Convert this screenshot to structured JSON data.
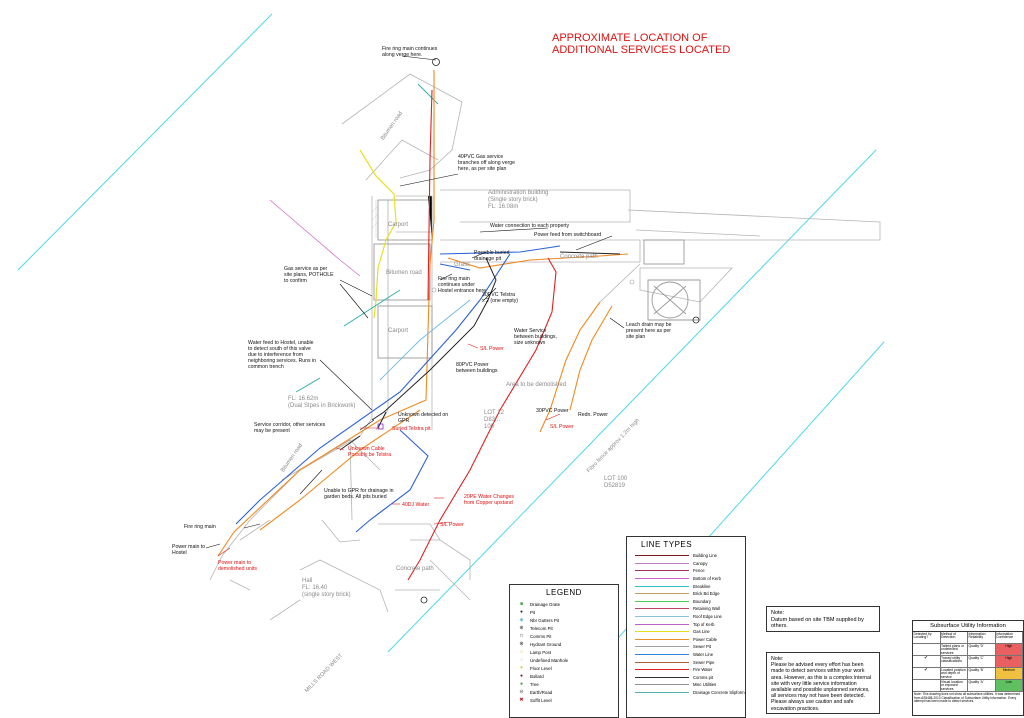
{
  "title": {
    "line1": "APPROXIMATE LOCATION OF",
    "line2": "ADDITIONAL SERVICES LOCATED"
  },
  "annotations": {
    "fire_ring_main_verge": "Fire ring main continues\nalong verge here.",
    "gas_service_branches": "40PVC Gas service\nbranches off along verge\nhere, as per site plan",
    "water_connection": "Water connection to each property",
    "power_feed_switchboard": "Power feed from switchboard",
    "possible_buried_drainage": "Possible buried\ndrainage pit",
    "gas_service_pothole": "Gas service as per\nsite plans, POTHOLE\nto confirm",
    "fire_ring_main_under": "Fire ring main\ncontinues under\nHostel entrance here",
    "telstra_30pvc": "30PVC Telstra\nx 2 (one empty)",
    "water_service_between": "Water Service\nbetween buildings,\nsize unknown",
    "sl_power_1": "S/L Power",
    "power_80pvc": "80PVC Power\nbetween buildings",
    "leach_drain": "Leach drain may be\npresent here as per\nsite plan",
    "water_feed_hostel": "Water feed to Hostel, unable\nto detect south of this valve\ndue to interference from\nneighboring services. Runs in\ncommon trench",
    "unknown_gpr": "Unknown detected on\nGPR",
    "sl_power_2": "S/L Power",
    "power_30pvc": "30PVC Power",
    "redundant_power": "Redn. Power",
    "service_corridor": "Service corridor, other services\nmay be present",
    "suried_telstra_pit": "Suried Telstra pit",
    "unknown_cable": "Unknown Cable\nPossibly be Telstra",
    "unable_gpr": "Unable to GPR for drainage in\ngarden beds. All pits buried",
    "pe_water_20": "20PE Water Changes\nfrom Copper upstand",
    "dj_water_40": "40DJ Water",
    "sl_power_3": "S/L Power",
    "fire_ring_main": "Fire ring main",
    "power_main_hostel": "Power main to\nHostel",
    "power_main_demolished": "Power main to\ndemolished units",
    "admin_building": "Administration building\n(Single story brick)\nFL: 16.08m",
    "hostel_building": "FL: 16.62m\n(Dual Stpes in Brickwork)",
    "hall_building": "Hall\nFL: 16.40\n(single story brick)",
    "lot_12": "LOT 12\nD83...\n100",
    "lot_100": "LOT 100\nD52819",
    "area_demolished": "Area to be demolished",
    "carport_1": "Carport",
    "carport_2": "Carport",
    "bitumen_road_1": "Bitumen road",
    "bitumen_road_2": "Bitumen road",
    "bitumen_road_3": "Bitumen road",
    "concrete_path_1": "Concrete path",
    "concrete_path_2": "Concrete path",
    "grass": "Grass",
    "fibro_fence": "Fibro fence approx 1.2m high",
    "mills_road_west": "MILLS ROAD WEST"
  },
  "legend": {
    "title": "LEGEND",
    "items": [
      {
        "label": "Drainage Grate",
        "symbol": "■",
        "color": "#3a9a3a"
      },
      {
        "label": "Pit",
        "symbol": "●",
        "color": "#333333"
      },
      {
        "label": "Nbr Gutters Pit",
        "symbol": "◆",
        "color": "#7ab8e0"
      },
      {
        "label": "Telecom Pit",
        "symbol": "⊕",
        "color": "#333333"
      },
      {
        "label": "Comms Pit",
        "symbol": "□",
        "color": "#333333"
      },
      {
        "label": "Hydrant Ground",
        "symbol": "⊗",
        "color": "#333333"
      },
      {
        "label": "Lamp Post",
        "symbol": "○",
        "color": "#e0a020"
      },
      {
        "label": "Undefined Manhole",
        "symbol": "○",
        "color": "#d0a0d0"
      },
      {
        "label": "Floor Level",
        "symbol": "✦",
        "color": "#e0c000"
      },
      {
        "label": "Bollard",
        "symbol": "●",
        "color": "#7a1a50"
      },
      {
        "label": "Tree",
        "symbol": "●",
        "color": "#3aa03a"
      },
      {
        "label": "Earth/Road",
        "symbol": "⊖",
        "color": "#555555"
      },
      {
        "label": "Soffit Level",
        "symbol": "✖",
        "color": "#c02020"
      }
    ]
  },
  "line_types": {
    "title": "LINE TYPES",
    "items": [
      {
        "label": "Building Line",
        "color": "#7a1a20"
      },
      {
        "label": "Canopy",
        "color": "#c080c0"
      },
      {
        "label": "Fence",
        "color": "#a03060"
      },
      {
        "label": "Bottom of Kerb",
        "color": "#d060d0"
      },
      {
        "label": "Breakline",
        "color": "#30c0c0"
      },
      {
        "label": "Brick Bd Edge",
        "color": "#c0a060"
      },
      {
        "label": "Boundary",
        "color": "#50d050"
      },
      {
        "label": "Retaining Wall",
        "color": "#c04060"
      },
      {
        "label": "Roof Edge Line",
        "color": "#90c0e0"
      },
      {
        "label": "Top of Kerb",
        "color": "#c060c0"
      },
      {
        "label": "Gas Line",
        "color": "#e0e020"
      },
      {
        "label": "Power Cable",
        "color": "#f09020"
      },
      {
        "label": "Sewer Pit",
        "color": "#a0a0a0"
      },
      {
        "label": "Water Line",
        "color": "#3080e0"
      },
      {
        "label": "Sewer Pipe",
        "color": "#b06030"
      },
      {
        "label": "Fire Water",
        "color": "#e02020"
      },
      {
        "label": "Comms pit",
        "color": "#303030"
      },
      {
        "label": "Misc Utilities",
        "color": "#909090"
      },
      {
        "label": "Drainage Concrete Slipform",
        "color": "#50b0b0"
      }
    ]
  },
  "note1": {
    "heading": "Note:",
    "text": "Datum based on site TBM supplied by others."
  },
  "note2": {
    "heading": "Note:",
    "text": "Please be advised every effort has been made to detect services within your work area. However, as this is a complex internal site with very little service information available and possible unplanned services, all services may not have been detected. Please always use caution and safe excavation practices."
  },
  "subsurface": {
    "title": "Subsurface Utility Information",
    "header": [
      "Detected by Locating?",
      "Method of Detection",
      "Information Reliability",
      "Information Confidence"
    ],
    "rows": [
      {
        "c1": "",
        "c2": "Tabled plans or undetected services",
        "c3": "Quality 'D'",
        "c4": "High",
        "color": "#e86060"
      },
      {
        "c1": "✓",
        "c2": "Traced utility classifications",
        "c3": "Quality 'C'",
        "c4": "High",
        "color": "#e86060"
      },
      {
        "c1": "✓",
        "c2": "Located position and depth of service",
        "c3": "Quality 'B'",
        "c4": "Medium",
        "color": "#f0c040"
      },
      {
        "c1": "",
        "c2": "Visual location or exposed services",
        "c3": "Quality 'A'",
        "c4": "Low",
        "color": "#60c060"
      }
    ],
    "footnote": "Note: This drawing does not show all subsurface utilities. It was determined from AS5488-2013 Classification of Subsurface Utility Information. Every attempt has been made to detect services."
  },
  "colors": {
    "gas": "#e8e020",
    "power": "#f08a20",
    "water": "#2a62d8",
    "fire": "#e02020",
    "comms": "#222222",
    "boundary": "#40d8e8",
    "building": "#b0b0b0"
  }
}
